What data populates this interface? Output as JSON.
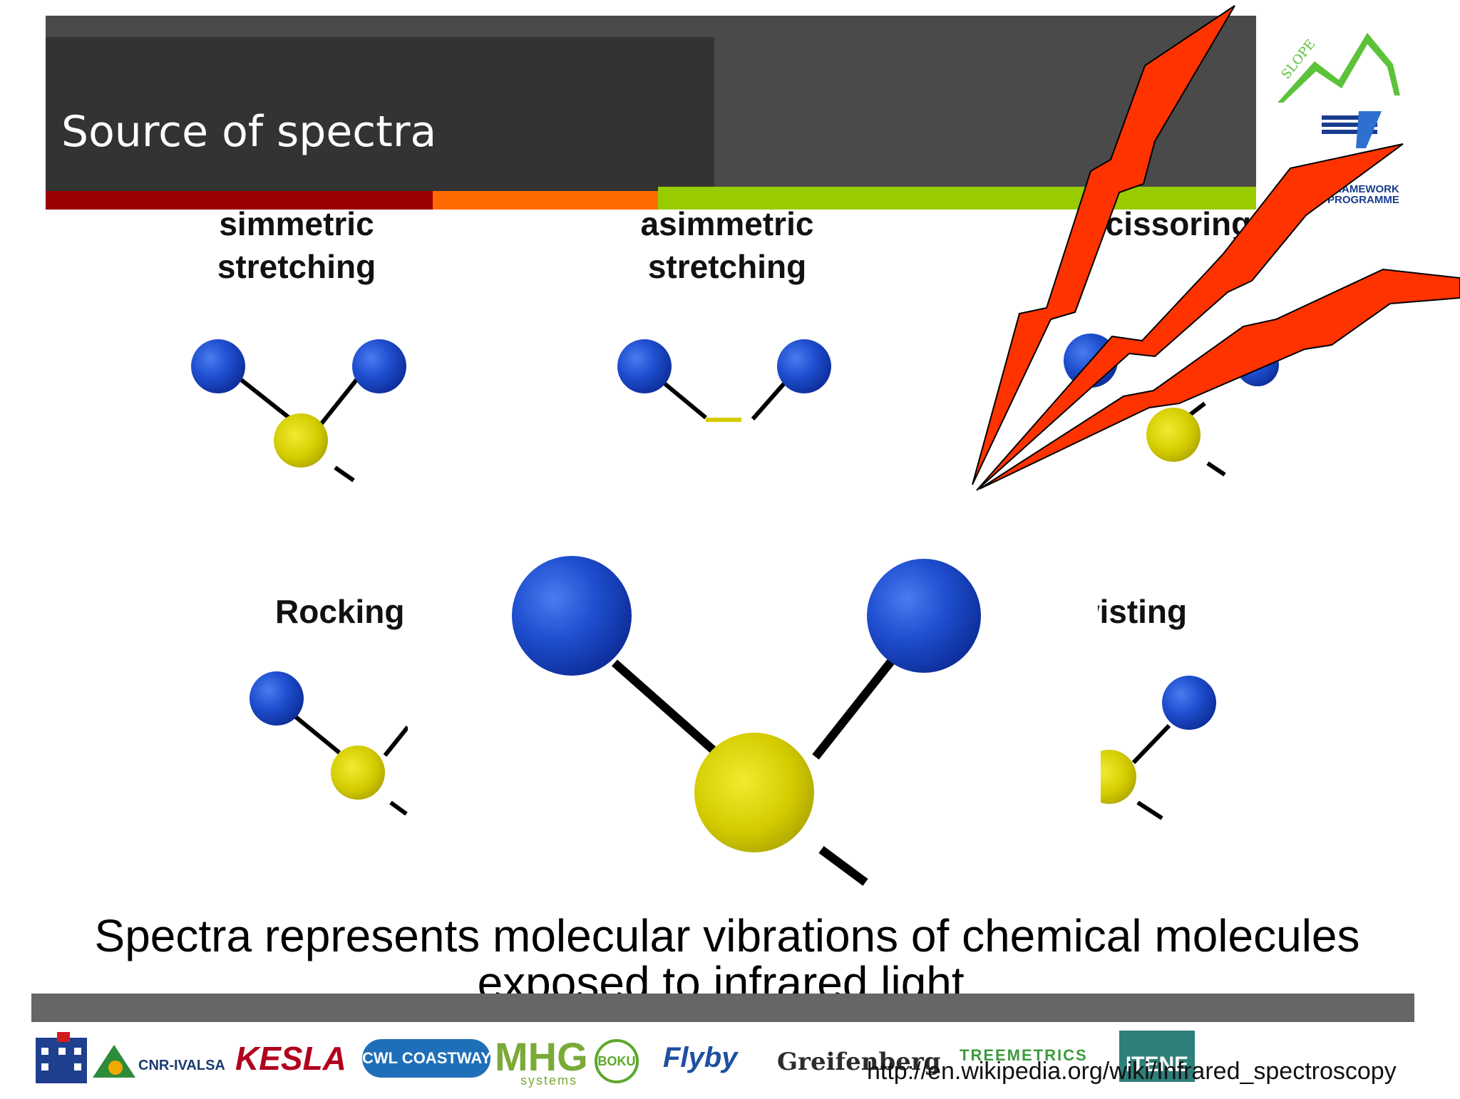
{
  "slide": {
    "title": "Source of spectra",
    "caption": "Spectra represents molecular vibrations of chemical molecules exposed to infrared light.",
    "source_url": "http://en.wikipedia.org/wiki/Infrared_spectroscopy"
  },
  "modes": {
    "symmetric": "simmetric\nstretching",
    "asymmetric": "asimmetric\nstretching",
    "scissoring": "Scissoring",
    "rocking": "Rocking",
    "twisting": "Twisting"
  },
  "header_logos": {
    "slope": "SLOPE",
    "framework": "FRAMEWORK\nPROGRAMME"
  },
  "footer_logos": {
    "cnr": "CNR-IVALSA",
    "kesla": "KESLA",
    "coastway": "CWL COASTWAY",
    "mhg": "MHG",
    "mhg_sub": "systems",
    "boku": "BOKU",
    "flyby": "Flyby",
    "greifenberg": "Greifenberg",
    "treemetrics": "TREEMETRICS",
    "itene": "ITENE"
  },
  "colors": {
    "header_dark": "#333333",
    "header_gray": "#4a4a4a",
    "stripe_red": "#9a0000",
    "stripe_orange": "#ff6a00",
    "stripe_green": "#99cc00",
    "atom_blue": "#1f4fd0",
    "atom_yellow": "#d4cc00",
    "ray_red": "#ff3300"
  }
}
